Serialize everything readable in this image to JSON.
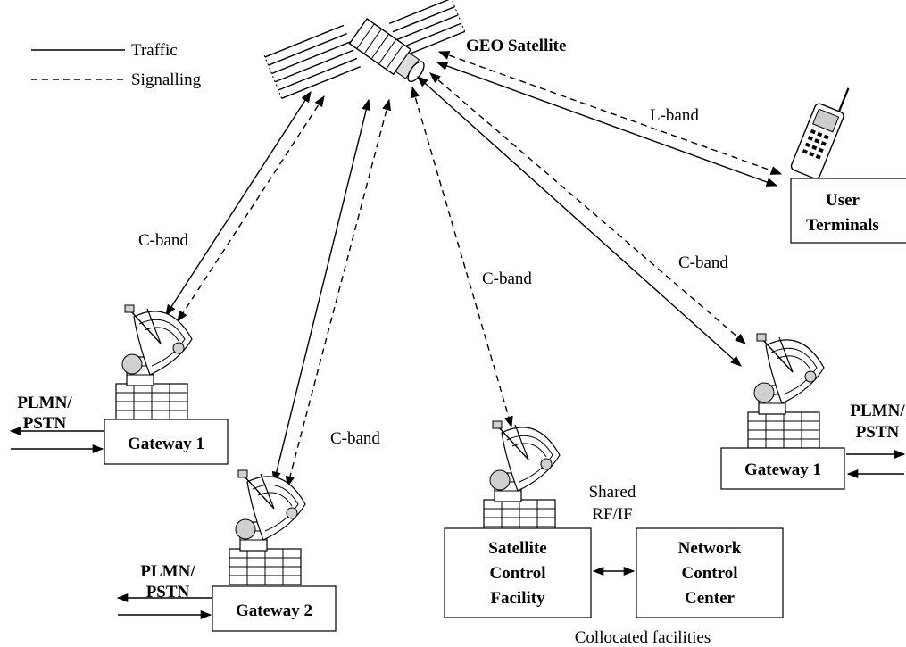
{
  "legend": {
    "traffic_label": "Traffic",
    "signalling_label": "Signalling"
  },
  "satellite": {
    "label": "GEO Satellite"
  },
  "links": {
    "l_band": "L-band",
    "c_band_gw1_left": "C-band",
    "c_band_gw2": "C-band",
    "c_band_scf": "C-band",
    "c_band_gw1_right": "C-band"
  },
  "nodes": {
    "user_terminals": {
      "line1": "User",
      "line2": "Terminals"
    },
    "gateway1_left": {
      "label": "Gateway 1",
      "ext_line1": "PLMN/",
      "ext_line2": "PSTN"
    },
    "gateway2": {
      "label": "Gateway 2",
      "ext_line1": "PLMN/",
      "ext_line2": "PSTN"
    },
    "gateway1_right": {
      "label": "Gateway 1",
      "ext_line1": "PLMN/",
      "ext_line2": "PSTN"
    },
    "scf": {
      "line1": "Satellite",
      "line2": "Control",
      "line3": "Facility"
    },
    "ncc": {
      "line1": "Network",
      "line2": "Control",
      "line3": "Center"
    }
  },
  "annotations": {
    "shared_line1": "Shared",
    "shared_line2": "RF/IF",
    "collocated": "Collocated facilities"
  }
}
